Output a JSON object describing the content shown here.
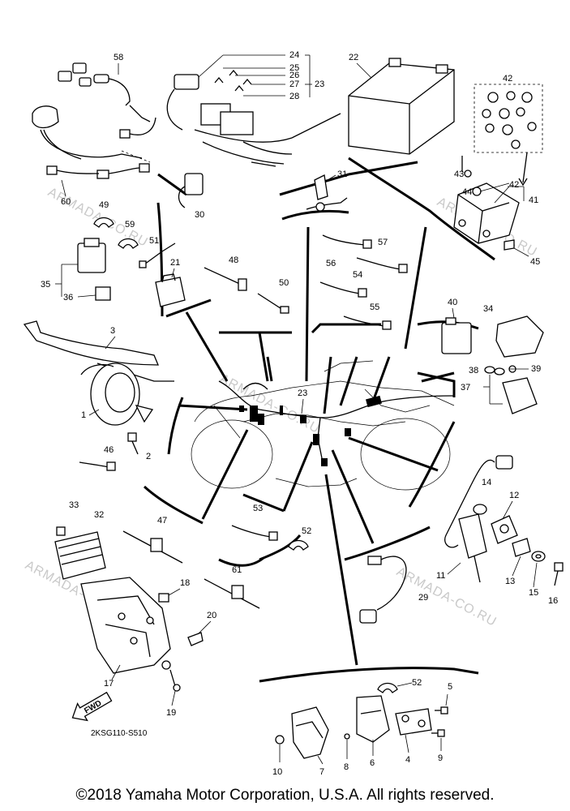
{
  "diagram": {
    "code": "2KSG110-S510",
    "fwd_label": "FWD",
    "watermark": "ARMADA-CO.RU",
    "copyright": "©2018 Yamaha Motor Corporation, U.S.A. All rights reserved.",
    "parts": {
      "p1": "1",
      "p2": "2",
      "p3": "3",
      "p4": "4",
      "p5": "5",
      "p6": "6",
      "p7": "7",
      "p8": "8",
      "p9": "9",
      "p10": "10",
      "p11": "11",
      "p12": "12",
      "p13": "13",
      "p14": "14",
      "p15": "15",
      "p16": "16",
      "p17": "17",
      "p18": "18",
      "p19": "19",
      "p20": "20",
      "p21": "21",
      "p22": "22",
      "p23": "23",
      "p23b": "23",
      "p24": "24",
      "p25": "25",
      "p26": "26",
      "p27": "27",
      "p28": "28",
      "p29": "29",
      "p30": "30",
      "p31": "31",
      "p32": "32",
      "p33": "33",
      "p34": "34",
      "p35": "35",
      "p36": "36",
      "p37": "37",
      "p38": "38",
      "p39": "39",
      "p40": "40",
      "p41": "41",
      "p42": "42",
      "p42b": "42",
      "p43": "43",
      "p44": "44",
      "p45": "45",
      "p46": "46",
      "p47": "47",
      "p48": "48",
      "p49": "49",
      "p50": "50",
      "p51": "51",
      "p52": "52",
      "p52b": "52",
      "p53": "53",
      "p54": "54",
      "p55": "55",
      "p56": "56",
      "p57": "57",
      "p58": "58",
      "p59": "59",
      "p60": "60",
      "p61": "61"
    }
  }
}
